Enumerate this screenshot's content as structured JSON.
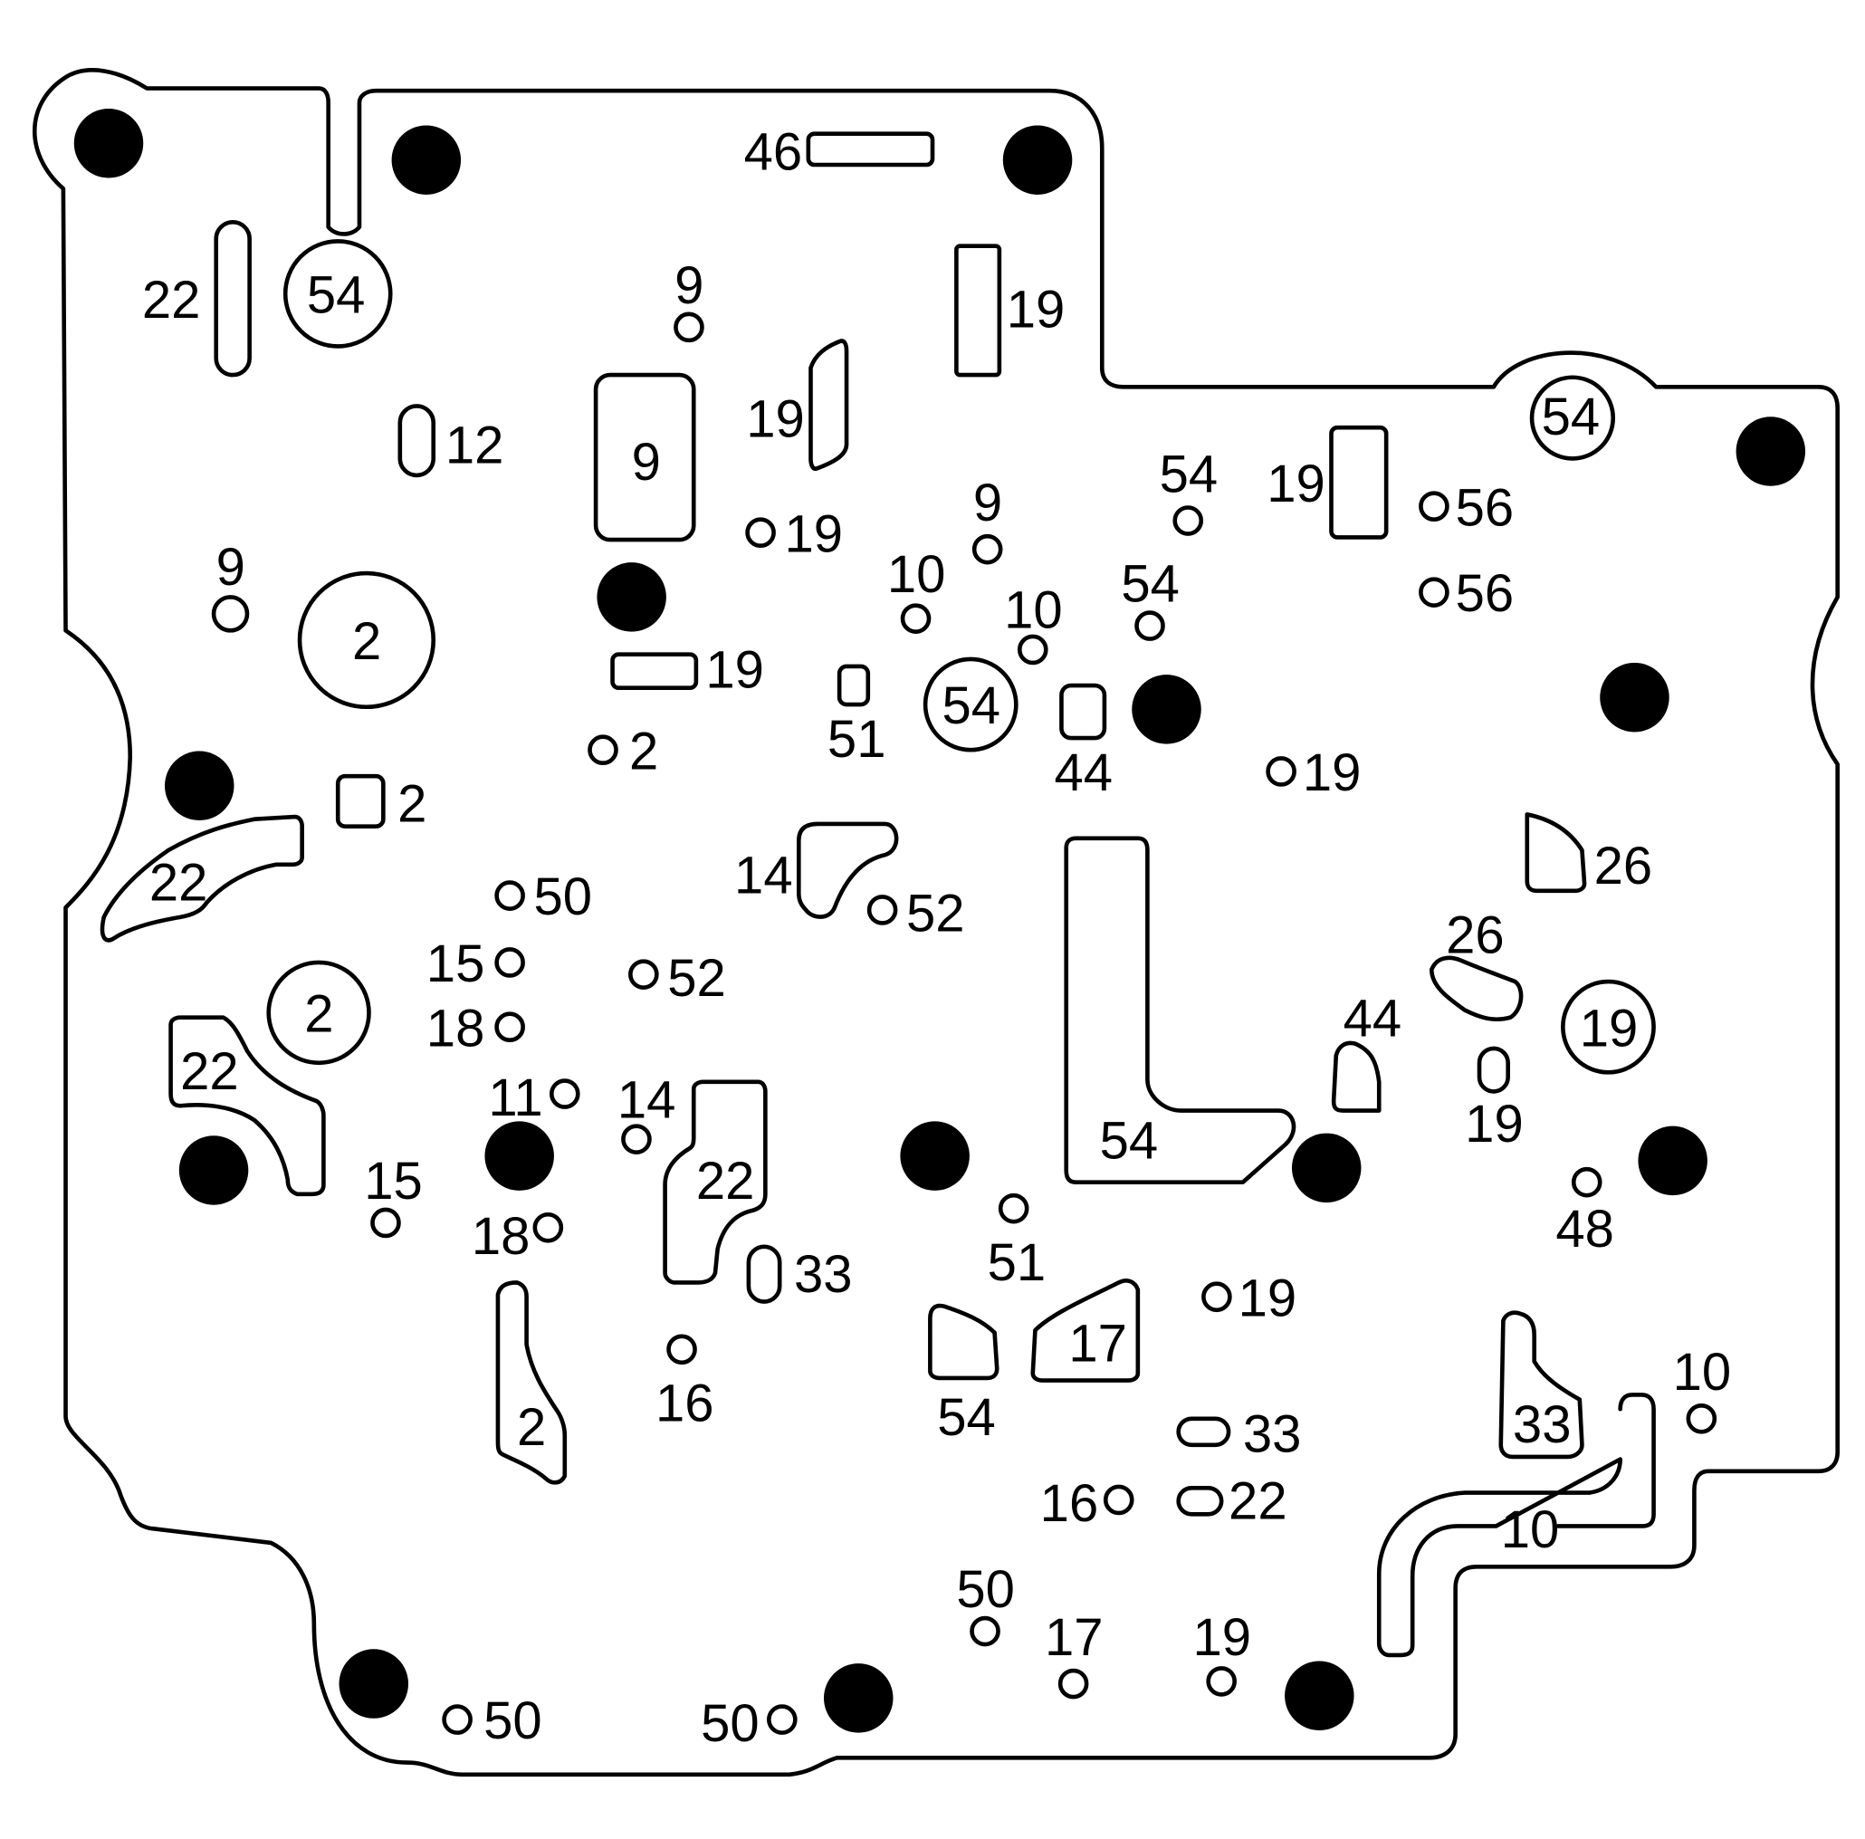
{
  "diagram": {
    "labels": [
      "46",
      "22",
      "54",
      "19",
      "9",
      "19",
      "12",
      "9",
      "19",
      "9",
      "54",
      "19",
      "56",
      "54",
      "9",
      "2",
      "10",
      "10",
      "54",
      "56",
      "19",
      "2",
      "51",
      "54",
      "44",
      "2",
      "19",
      "22",
      "50",
      "14",
      "52",
      "26",
      "15",
      "52",
      "26",
      "18",
      "2",
      "44",
      "19",
      "22",
      "11",
      "14",
      "19",
      "22",
      "54",
      "15",
      "48",
      "18",
      "33",
      "51",
      "19",
      "17",
      "54",
      "33",
      "2",
      "16",
      "33",
      "10",
      "16",
      "22",
      "10",
      "50",
      "17",
      "19",
      "50",
      "50"
    ]
  }
}
